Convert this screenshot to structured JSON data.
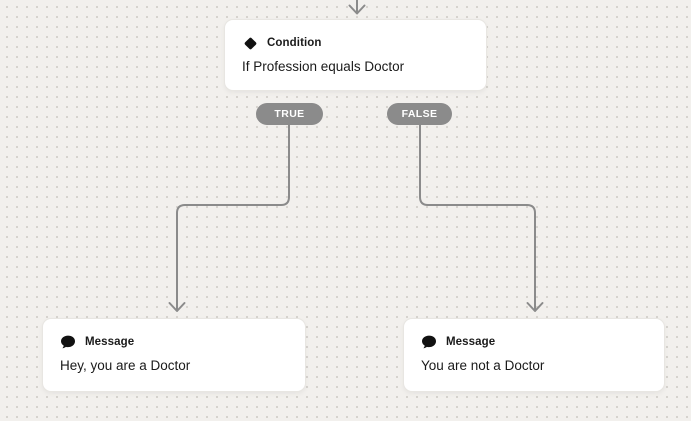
{
  "colors": {
    "canvas_bg": "#f2f0ed",
    "dot": "#d6d3ce",
    "connector": "#8b8b8b",
    "pill_bg": "#8b8b8b",
    "pill_text": "#ffffff",
    "node_bg": "#ffffff",
    "node_border": "#e8e6e2",
    "text": "#1a1a1a"
  },
  "condition_node": {
    "icon": "diamond-icon",
    "type_label": "Condition",
    "text": "If Profession equals Doctor"
  },
  "branch_pills": {
    "true_label": "TRUE",
    "false_label": "FALSE"
  },
  "message_node_true": {
    "icon": "speech-bubble-icon",
    "type_label": "Message",
    "text": "Hey, you are a Doctor"
  },
  "message_node_false": {
    "icon": "speech-bubble-icon",
    "type_label": "Message",
    "text": "You are not a Doctor"
  }
}
